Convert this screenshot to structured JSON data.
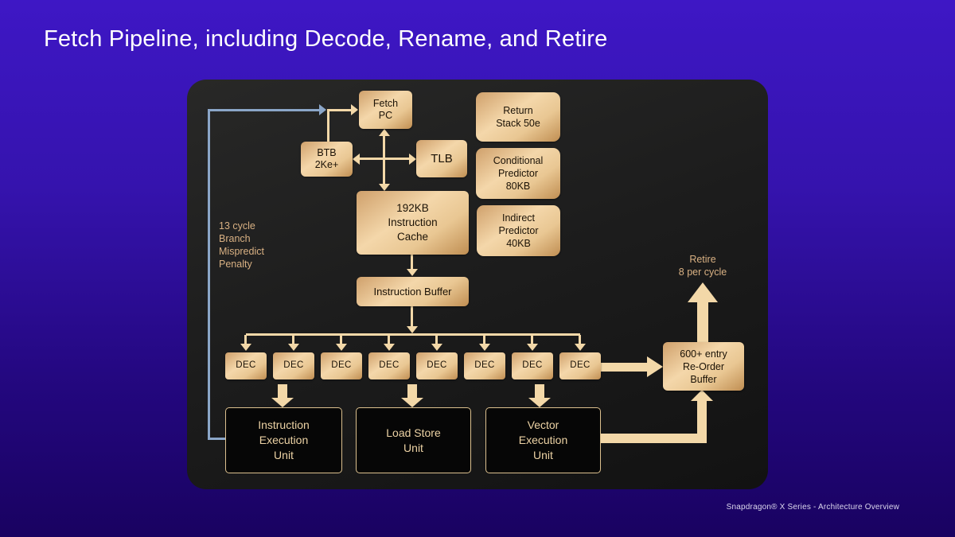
{
  "slide": {
    "title": "Fetch Pipeline, including Decode, Rename, and Retire",
    "footer": "Snapdragon® X Series - Architecture Overview"
  },
  "theme": {
    "bg_top": "#3e17c5",
    "bg_bottom": "#190261",
    "panel": "#1c1c1c",
    "gold_edge": "#cfa06b",
    "gold_mid": "#f4d7aa",
    "gold_deep": "#c08e52",
    "arrow": "#f3d8a8",
    "blue": "#8ba6c8",
    "label": "#d9b183",
    "unit_text": "#ecd2a4",
    "box_text": "#1b1206",
    "title_text": "#ffffff"
  },
  "diagram": {
    "nodes": {
      "fetch_pc": "Fetch\nPC",
      "btb": "BTB\n2Ke+",
      "tlb": "TLB",
      "return_stack": "Return\nStack 50e",
      "conditional_predictor": "Conditional\nPredictor\n80KB",
      "indirect_predictor": "Indirect\nPredictor\n40KB",
      "instruction_cache": "192KB\nInstruction\nCache",
      "instruction_buffer": "Instruction Buffer",
      "dec_label": "DEC",
      "decoder_count": 8,
      "instruction_execution_unit": "Instruction\nExecution\nUnit",
      "load_store_unit": "Load Store\nUnit",
      "vector_execution_unit": "Vector\nExecution\nUnit",
      "reorder_buffer": "600+ entry\nRe-Order\nBuffer"
    },
    "annotations": {
      "mispredict_penalty": "13 cycle\nBranch\nMispredict\nPenalty",
      "retire_rate": "Retire\n8 per cycle"
    }
  }
}
